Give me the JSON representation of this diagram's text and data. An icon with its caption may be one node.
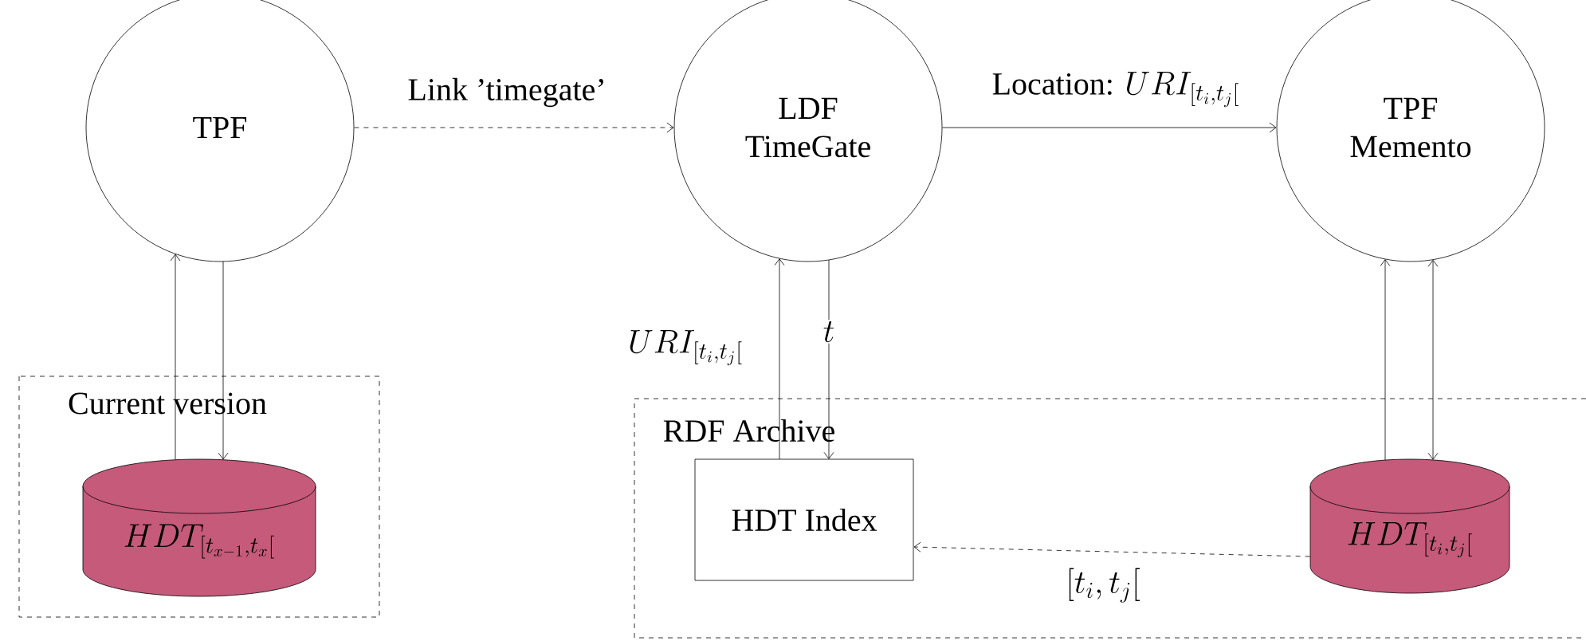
{
  "diagram": {
    "nodes": [
      {
        "text": [
          "TPF"
        ]
      },
      {
        "text": [
          "LDF TimeGate"
        ]
      },
      {
        "text": [
          "TPF Memento"
        ]
      },
      {
        "text": [
          "Current version"
        ]
      },
      {
        "text": [
          "HDT_{[t_{x-1},t_x[}"
        ],
        "in": 3
      },
      {
        "text": [
          "RDF Archive"
        ]
      },
      {
        "text": [
          "HDT Index"
        ],
        "in": 5
      },
      {
        "text": [
          "HDT_{[t_i,t_j[}"
        ],
        "in": 5
      }
    ],
    "edges": [
      {
        "from": 4,
        "to": 0,
        "arrow": "to"
      },
      {
        "from": 0,
        "to": 4,
        "arrow": "to"
      },
      {
        "from": 0,
        "to": 1,
        "arrow": "to",
        "style": "dashed",
        "label": "\\mbox{Link 'timegate'}"
      },
      {
        "from": 1,
        "to": 2,
        "arrow": "to",
        "label": "\\mbox{Location: }URI_{[t_i,t_j[}"
      },
      {
        "from": 6,
        "to": 1,
        "arrow": "to",
        "label": "URI_{[t_i,t_j[}"
      },
      {
        "from": 1,
        "to": 6,
        "arrow": "to",
        "label": "t"
      },
      {
        "from": 7,
        "to": 2,
        "arrow": "to"
      },
      {
        "from": 7,
        "to": 2,
        "arrow": "both"
      },
      {
        "from": 7,
        "to": 6,
        "arrow": "to",
        "style": "dashed",
        "label": "[t_i,t_j["
      }
    ]
  }
}
